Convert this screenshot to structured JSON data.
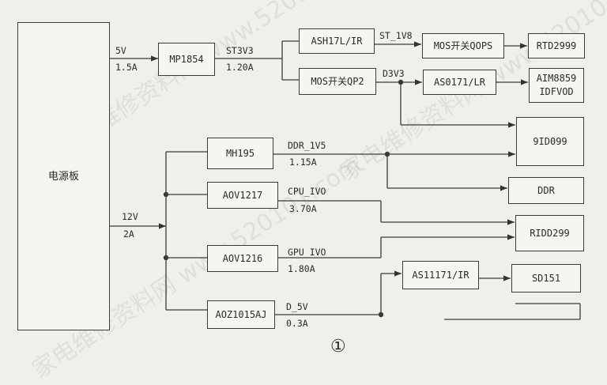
{
  "psu": "电源板",
  "boxes": {
    "mp1854": "MP1854",
    "ash17l": "ASH17L/IR",
    "mos_qops": "MOS开关QOPS",
    "rtd2999": "RTD2999",
    "mos_qp2": "MOS开关QP2",
    "as0171": "AS0171/LR",
    "aim8859": "AIM8859\nIDFVOD",
    "id099": "9ID099",
    "mh195": "MH195",
    "ddr": "DDR",
    "aov1217": "AOV1217",
    "ridd299": "RIDD299",
    "aov1216": "AOV1216",
    "as11171": "AS11171/IR",
    "sd151": "SD151",
    "aoz1015": "AOZ1015AJ"
  },
  "labels": {
    "v5": "5V",
    "a15": "1.5A",
    "st3v3": "ST3V3",
    "a120": "1.20A",
    "st1v8": "ST_1V8",
    "d3v3": "D3V3",
    "ddr1v5": "DDR_1V5",
    "a115": "1.15A",
    "cpu": "CPU_IVO",
    "a370": "3.70A",
    "v12": "12V",
    "a2": "2A",
    "gpu": "GPU_IVO",
    "a180": "1.80A",
    "d5v": "D_5V",
    "a03": "0.3A"
  },
  "caption": "①",
  "watermark": "家电维修资料网 www.520101.com"
}
